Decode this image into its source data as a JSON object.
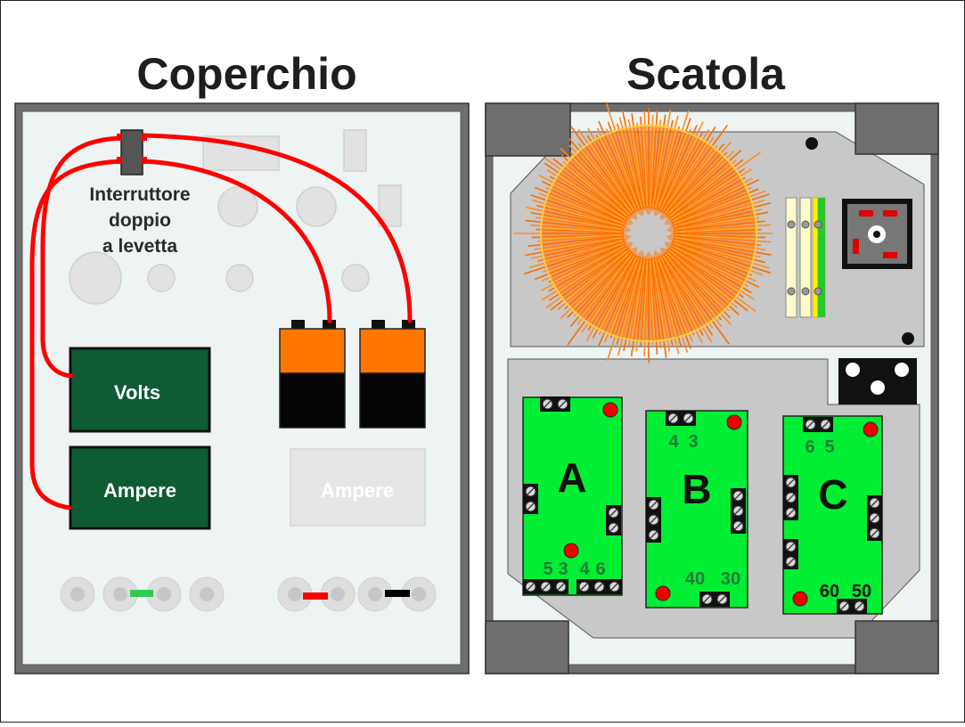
{
  "titles": {
    "lid": "Coperchio",
    "box": "Scatola"
  },
  "lid": {
    "switch_label": [
      "Interruttore",
      "doppio",
      "a levetta"
    ],
    "meter_volts": "Volts",
    "meter_ampere": "Ampere",
    "meter_ampere_ghost": "Ampere"
  },
  "box": {
    "boards": [
      {
        "letter": "A",
        "numbers": [
          "5",
          "3",
          "4",
          "6"
        ]
      },
      {
        "letter": "B",
        "numbers_top": [
          "4",
          "3"
        ],
        "numbers_bottom": [
          "40",
          "30"
        ]
      },
      {
        "letter": "C",
        "numbers_top": [
          "6",
          "5"
        ],
        "numbers_bottom": [
          "60",
          "50"
        ]
      }
    ]
  },
  "colors": {
    "wire": "#ff0000",
    "meter": "#0e5c34",
    "board": "#00ee33",
    "toroid": "#ff6a00",
    "battery_top": "#ff7700",
    "panel": "#eef3f4",
    "plate": "#c8c8c8",
    "corner": "#6e6e6e"
  }
}
